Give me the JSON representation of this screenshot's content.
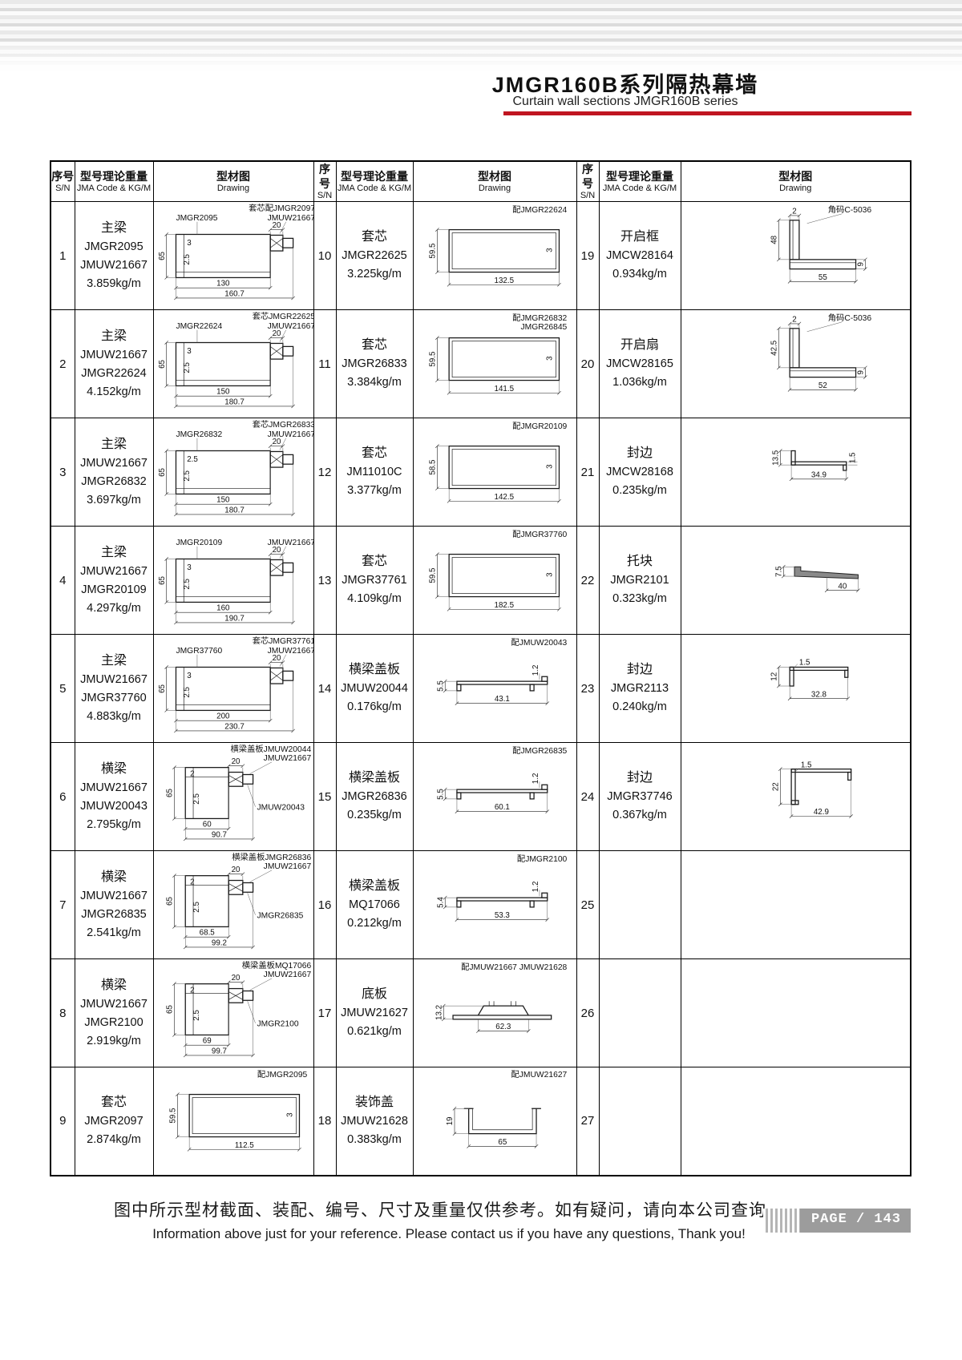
{
  "header": {
    "title_zh": "JMGR160B系列隔热幕墙",
    "title_en": "Curtain wall sections JMGR160B series"
  },
  "table_headers": {
    "sn_zh": "序号",
    "sn_en": "S/N",
    "code_zh": "型号理论重量",
    "code_en": "JMA Code & KG/M",
    "draw_zh": "型材图",
    "draw_en": "Drawing"
  },
  "groups": [
    {
      "rows": [
        {
          "sn": "1",
          "name": "主梁",
          "codes": [
            "JMGR2095",
            "JMUW21667"
          ],
          "weight": "3.859kg/m",
          "drawing": {
            "type": "mullion",
            "top": "套芯配JMGR2097",
            "left": "JMGR2095",
            "right": "JMUW21667",
            "d": {
              "h": "65",
              "t1": "3",
              "t2": "2.5",
              "w20": "20",
              "wIn": "130",
              "wTot": "160.7"
            }
          }
        },
        {
          "sn": "2",
          "name": "主梁",
          "codes": [
            "JMUW21667",
            "JMGR22624"
          ],
          "weight": "4.152kg/m",
          "drawing": {
            "type": "mullion",
            "top": "套芯JMGR22625",
            "left": "JMGR22624",
            "right": "JMUW21667",
            "d": {
              "h": "65",
              "t1": "3",
              "t2": "2.5",
              "w20": "20",
              "wIn": "150",
              "wTot": "180.7"
            }
          }
        },
        {
          "sn": "3",
          "name": "主梁",
          "codes": [
            "JMUW21667",
            "JMGR26832"
          ],
          "weight": "3.697kg/m",
          "drawing": {
            "type": "mullion",
            "top": "套芯JMGR26833",
            "left": "JMGR26832",
            "right": "JMUW21667",
            "d": {
              "h": "65",
              "t1": "2.5",
              "t2": "2.5",
              "w20": "20",
              "wIn": "150",
              "wTot": "180.7"
            }
          }
        },
        {
          "sn": "4",
          "name": "主梁",
          "codes": [
            "JMUW21667",
            "JMGR20109"
          ],
          "weight": "4.297kg/m",
          "drawing": {
            "type": "mullion",
            "top": "",
            "left": "JMGR20109",
            "right": "JMUW21667",
            "d": {
              "h": "65",
              "t1": "3",
              "t2": "2.5",
              "w20": "20",
              "wIn": "160",
              "wTot": "190.7"
            }
          }
        },
        {
          "sn": "5",
          "name": "主梁",
          "codes": [
            "JMUW21667",
            "JMGR37760"
          ],
          "weight": "4.883kg/m",
          "drawing": {
            "type": "mullion",
            "top": "套芯JMGR37761",
            "left": "JMGR37760",
            "right": "JMUW21667",
            "d": {
              "h": "65",
              "t1": "3",
              "t2": "2.5",
              "w20": "20",
              "wIn": "200",
              "wTot": "230.7"
            }
          }
        },
        {
          "sn": "6",
          "name": "横梁",
          "codes": [
            "JMUW21667",
            "JMUW20043"
          ],
          "weight": "2.795kg/m",
          "drawing": {
            "type": "beam",
            "top": "横梁盖板JMUW20044",
            "right": "JMUW21667",
            "side": "JMUW20043",
            "d": {
              "h": "65",
              "t1": "2",
              "t2": "2.5",
              "w20": "20",
              "wIn": "60",
              "wTot": "90.7"
            }
          }
        },
        {
          "sn": "7",
          "name": "横梁",
          "codes": [
            "JMUW21667",
            "JMGR26835"
          ],
          "weight": "2.541kg/m",
          "drawing": {
            "type": "beam",
            "top": "横梁盖板JMGR26836",
            "right": "JMUW21667",
            "side": "JMGR26835",
            "d": {
              "h": "65",
              "t1": "2",
              "t2": "2.5",
              "w20": "20",
              "wIn": "68.5",
              "wTot": "99.2"
            }
          }
        },
        {
          "sn": "8",
          "name": "横梁",
          "codes": [
            "JMUW21667",
            "JMGR2100"
          ],
          "weight": "2.919kg/m",
          "drawing": {
            "type": "beam",
            "top": "横梁盖板MQ17066",
            "right": "JMUW21667",
            "side": "JMGR2100",
            "d": {
              "h": "65",
              "t1": "2",
              "t2": "2.5",
              "w20": "20",
              "wIn": "69",
              "wTot": "99.7"
            }
          }
        },
        {
          "sn": "9",
          "name": "套芯",
          "codes": [
            "JMGR2097"
          ],
          "weight": "2.874kg/m",
          "drawing": {
            "type": "sleeve",
            "top": "配JMGR2095",
            "top2": "",
            "d": {
              "h": "59.5",
              "t": "3",
              "w": "112.5"
            }
          }
        }
      ]
    },
    {
      "rows": [
        {
          "sn": "10",
          "name": "套芯",
          "codes": [
            "JMGR22625"
          ],
          "weight": "3.225kg/m",
          "drawing": {
            "type": "sleeve",
            "top": "配JMGR22624",
            "top2": "",
            "d": {
              "h": "59.5",
              "t": "3",
              "w": "132.5"
            }
          }
        },
        {
          "sn": "11",
          "name": "套芯",
          "codes": [
            "JMGR26833"
          ],
          "weight": "3.384kg/m",
          "drawing": {
            "type": "sleeve",
            "top": "配JMGR26832",
            "top2": "JMGR26845",
            "d": {
              "h": "59.5",
              "t": "3",
              "w": "141.5"
            }
          }
        },
        {
          "sn": "12",
          "name": "套芯",
          "codes": [
            "JM11010C"
          ],
          "weight": "3.377kg/m",
          "drawing": {
            "type": "sleeve",
            "top": "配JMGR20109",
            "top2": "",
            "d": {
              "h": "58.5",
              "t": "3",
              "w": "142.5"
            }
          }
        },
        {
          "sn": "13",
          "name": "套芯",
          "codes": [
            "JMGR37761"
          ],
          "weight": "4.109kg/m",
          "drawing": {
            "type": "sleeve",
            "top": "配JMGR37760",
            "top2": "",
            "d": {
              "h": "59.5",
              "t": "3",
              "w": "182.5"
            }
          }
        },
        {
          "sn": "14",
          "name": "横梁盖板",
          "codes": [
            "JMUW20044"
          ],
          "weight": "0.176kg/m",
          "drawing": {
            "type": "cover",
            "top": "配JMUW20043",
            "d": {
              "h": "5.5",
              "t": "1.2",
              "w": "43.1"
            }
          }
        },
        {
          "sn": "15",
          "name": "横梁盖板",
          "codes": [
            "JMGR26836"
          ],
          "weight": "0.235kg/m",
          "drawing": {
            "type": "cover",
            "top": "配JMGR26835",
            "d": {
              "h": "5.5",
              "t": "1.2",
              "w": "60.1"
            }
          }
        },
        {
          "sn": "16",
          "name": "横梁盖板",
          "codes": [
            "MQ17066"
          ],
          "weight": "0.212kg/m",
          "drawing": {
            "type": "cover",
            "top": "配JMGR2100",
            "d": {
              "h": "5.4",
              "t": "1.2",
              "w": "53.3"
            }
          }
        },
        {
          "sn": "17",
          "name": "底板",
          "codes": [
            "JMUW21627"
          ],
          "weight": "0.621kg/m",
          "drawing": {
            "type": "bottomplate",
            "top": "配JMUW21667  JMUW21628",
            "d": {
              "h": "13.2",
              "w": "62.3"
            }
          }
        },
        {
          "sn": "18",
          "name": "装饰盖",
          "codes": [
            "JMUW21628"
          ],
          "weight": "0.383kg/m",
          "drawing": {
            "type": "deco",
            "top": "配JMUW21627",
            "d": {
              "h": "19",
              "w": "65"
            }
          }
        }
      ]
    },
    {
      "rows": [
        {
          "sn": "19",
          "name": "开启框",
          "codes": [
            "JMCW28164"
          ],
          "weight": "0.934kg/m",
          "drawing": {
            "type": "lframe",
            "top": "角码C-5036",
            "d": {
              "h": "48",
              "t": "2",
              "r": "9",
              "w": "55"
            }
          }
        },
        {
          "sn": "20",
          "name": "开启扇",
          "codes": [
            "JMCW28165"
          ],
          "weight": "1.036kg/m",
          "drawing": {
            "type": "lframe",
            "top": "角码C-5036",
            "d": {
              "h": "42.5",
              "t": "2",
              "r": "9",
              "w": "52"
            }
          }
        },
        {
          "sn": "21",
          "name": "封边",
          "codes": [
            "JMCW28168"
          ],
          "weight": "0.235kg/m",
          "drawing": {
            "type": "edgec",
            "d": {
              "h": "13.5",
              "t": "1.5",
              "w": "34.9"
            }
          }
        },
        {
          "sn": "22",
          "name": "托块",
          "codes": [
            "JMGR2101"
          ],
          "weight": "0.323kg/m",
          "drawing": {
            "type": "block",
            "d": {
              "h": "7.5",
              "w": "40"
            }
          }
        },
        {
          "sn": "23",
          "name": "封边",
          "codes": [
            "JMGR2113"
          ],
          "weight": "0.240kg/m",
          "drawing": {
            "type": "edgel",
            "d": {
              "h": "12",
              "t": "1.5",
              "w": "32.8"
            }
          }
        },
        {
          "sn": "24",
          "name": "封边",
          "codes": [
            "JMGR37746"
          ],
          "weight": "0.367kg/m",
          "drawing": {
            "type": "edgeu",
            "d": {
              "h": "22",
              "t": "1.5",
              "w": "42.9"
            }
          }
        },
        {
          "sn": "25",
          "name": "",
          "codes": [],
          "weight": "",
          "drawing": {
            "type": "empty"
          }
        },
        {
          "sn": "26",
          "name": "",
          "codes": [],
          "weight": "",
          "drawing": {
            "type": "empty"
          }
        },
        {
          "sn": "27",
          "name": "",
          "codes": [],
          "weight": "",
          "drawing": {
            "type": "empty"
          }
        }
      ]
    }
  ],
  "footer": {
    "note_zh": "图中所示型材截面、装配、编号、尺寸及重量仅供参考。如有疑问，请向本公司查询。",
    "note_en": "Information above just for your reference. Please contact us if you have any questions, Thank you!",
    "page_label": "PAGE / 143"
  }
}
